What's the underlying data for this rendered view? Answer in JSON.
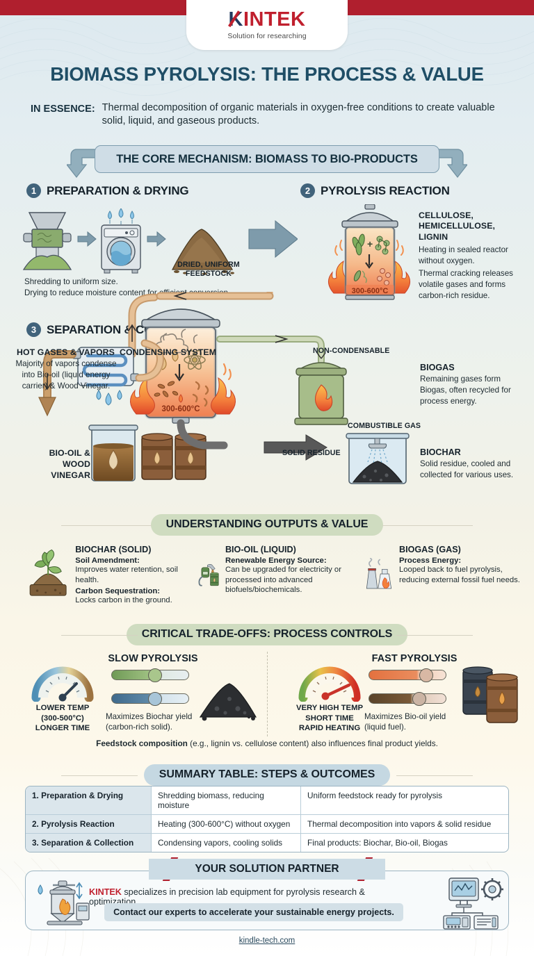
{
  "brand": {
    "logo_k": "K",
    "logo_rest": "INTEK",
    "tagline": "Solution for researching"
  },
  "header": {
    "title": "BIOMASS PYROLYSIS: THE PROCESS & VALUE",
    "essence_label": "IN ESSENCE:",
    "essence_text": "Thermal decomposition of organic materials in oxygen-free conditions to create valuable solid, liquid, and gaseous products."
  },
  "core_banner": "THE CORE MECHANISM: BIOMASS TO BIO-PRODUCTS",
  "steps": [
    {
      "num": "1",
      "title": "PREPARATION & DRYING",
      "feedstock_label": "DRIED, UNIFORM FEEDSTOCK",
      "line1": "Shredding to uniform size.",
      "line2": "Drying to reduce moisture content for efficient conversion."
    },
    {
      "num": "2",
      "title": "PYROLYSIS REACTION",
      "components": "CELLULOSE, HEMICELLULOSE, LIGNIN",
      "p1": "Heating in sealed reactor without oxygen.",
      "p2": "Thermal cracking releases volatile gases and forms carbon-rich residue.",
      "reactor_temp": "300-600°C"
    },
    {
      "num": "3",
      "title": "SEPARATION & COLLECTION",
      "hot_gases_label": "HOT GASES & VAPORS",
      "hot_gases_text": "Majority of vapors condense into Bio-oil (liquid energy carrier) & Wood Vinegar.",
      "condenser_label": "CONDENSING SYSTEM",
      "noncond_label": "NON-CONDENSABLE",
      "biogas_title": "BIOGAS",
      "biogas_text": "Remaining gases form Biogas, often recycled for process energy.",
      "combustible_label": "COMBUSTIBLE GAS",
      "biooil_label": "BIO-OIL & WOOD VINEGAR",
      "solid_residue_label": "SOLID RESIDUE",
      "biochar_title": "BIOCHAR",
      "biochar_text": "Solid residue, cooled and collected for various uses.",
      "reactor_temp": "300-600°C"
    }
  ],
  "outputs": {
    "heading": "UNDERSTANDING OUTPUTS & VALUE",
    "items": [
      {
        "icon": "plant-in-soil-icon",
        "title": "BIOCHAR (SOLID)",
        "sub1": "Soil Amendment:",
        "text1": "Improves water retention, soil health.",
        "sub2": "Carbon Sequestration:",
        "text2": "Locks carbon in the ground."
      },
      {
        "icon": "fuel-nozzle-icon",
        "title": "BIO-OIL (LIQUID)",
        "sub1": "Renewable Energy Source:",
        "text1": "Can be upgraded for electricity or processed into advanced biofuels/biochemicals.",
        "sub2": "",
        "text2": ""
      },
      {
        "icon": "power-plant-icon",
        "title": "BIOGAS (GAS)",
        "sub1": "Process Energy:",
        "text1": "Looped back to fuel pyrolysis, reducing external fossil fuel needs.",
        "sub2": "",
        "text2": ""
      }
    ]
  },
  "tradeoffs": {
    "heading": "CRITICAL TRADE-OFFS: PROCESS CONTROLS",
    "slow": {
      "title": "SLOW PYROLYSIS",
      "gauge_caption": "LOWER TEMP (300-500°C) LONGER TIME",
      "gauge_caption_lines": [
        "LOWER TEMP",
        "(300-500°C)",
        "LONGER TIME"
      ],
      "desc": "Maximizes Biochar yield (carbon-rich solid)."
    },
    "fast": {
      "title": "FAST PYROLYSIS",
      "gauge_caption_lines": [
        "VERY HIGH TEMP",
        "SHORT TIME",
        "RAPID HEATING"
      ],
      "desc": "Maximizes Bio-oil yield (liquid fuel)."
    },
    "footnote_bold": "Feedstock composition",
    "footnote_rest": " (e.g., lignin vs. cellulose content) also influences final product yields."
  },
  "table": {
    "heading": "SUMMARY TABLE: STEPS & OUTCOMES",
    "rows": [
      {
        "step": "1. Preparation & Drying",
        "action": "Shredding biomass, reducing moisture",
        "outcome": "Uniform feedstock ready for pyrolysis"
      },
      {
        "step": "2. Pyrolysis Reaction",
        "action": "Heating (300-600°C) without oxygen",
        "outcome": "Thermal decomposition into vapors & solid residue"
      },
      {
        "step": "3. Separation & Collection",
        "action": "Condensing vapors, cooling solids",
        "outcome": "Final products: Biochar, Bio-oil, Biogas"
      }
    ]
  },
  "footer": {
    "banner": "YOUR SOLUTION PARTNER",
    "brand": "KINTEK",
    "line1": " specializes in precision lab equipment for pyrolysis research & optimization.",
    "line2": "Contact our experts to accelerate your sustainable energy projects.",
    "url": "kindle-tech.com"
  },
  "colors": {
    "brand_red": "#c0202e",
    "brand_navy": "#223a5e",
    "title_blue": "#1f4e66",
    "pill_green": "#cfdcc0",
    "pill_blue": "#c5d8e2",
    "step_badge": "#41637b"
  }
}
